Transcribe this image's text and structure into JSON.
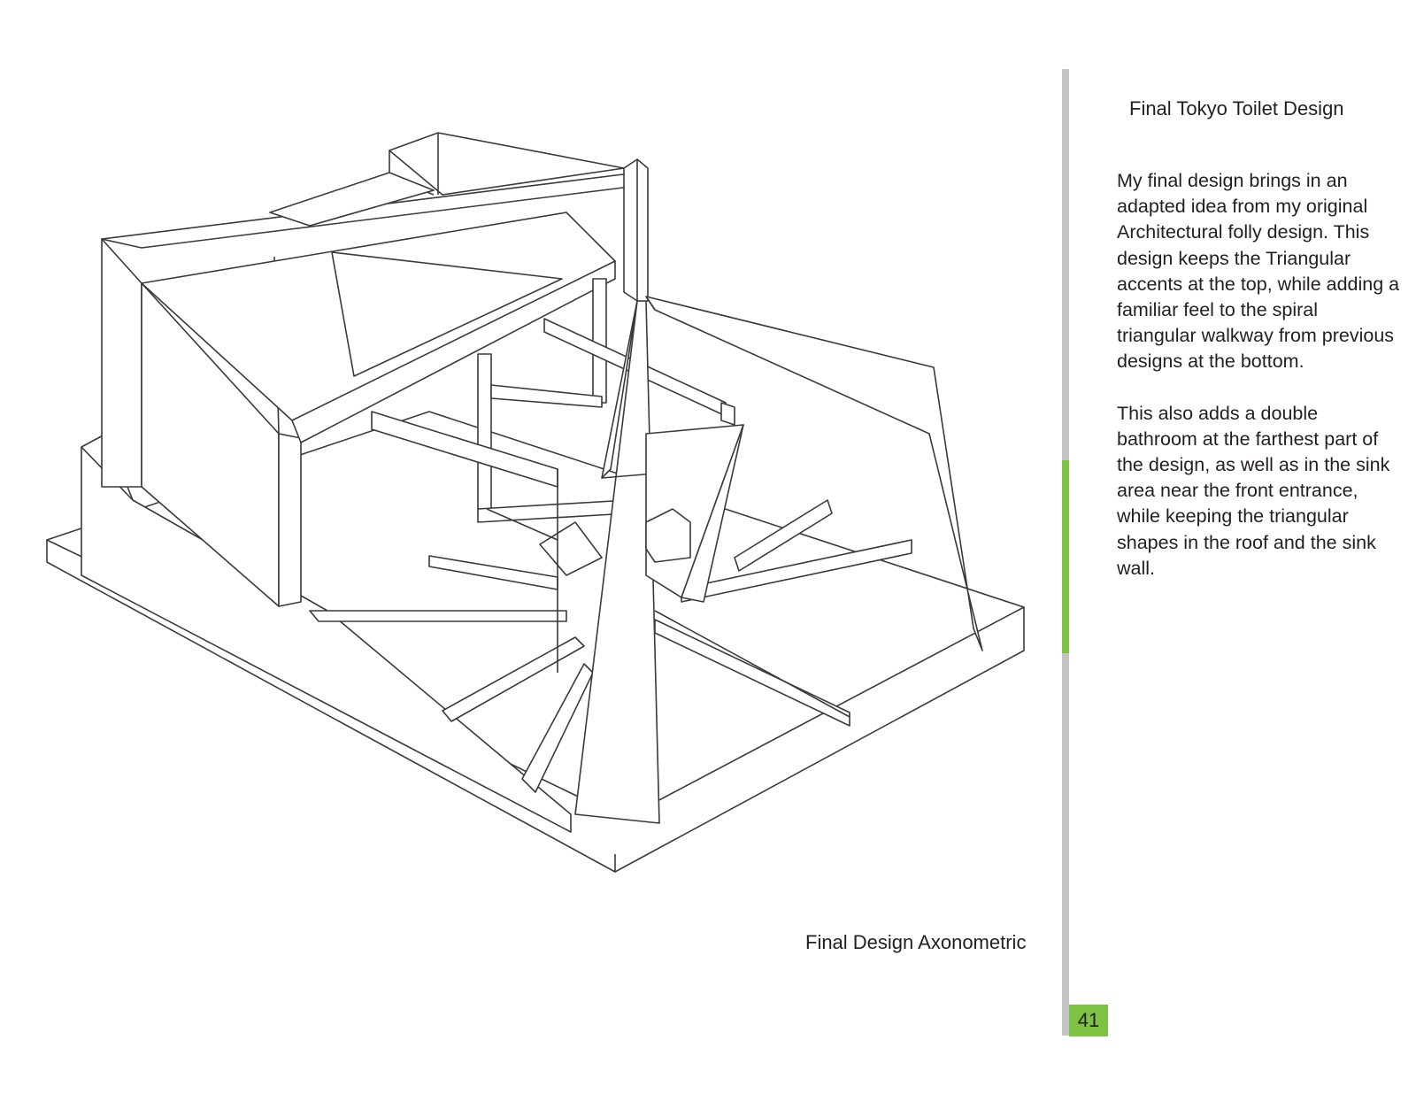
{
  "figure": {
    "caption": "Final Design Axonometric",
    "line_color": "#3a3a3a"
  },
  "sidebar": {
    "title": "Final Tokyo Toilet Design",
    "paragraphs": [
      "My final design brings in an adapted idea from my original Architectural folly design. This design keeps the Triangular accents at the top, while adding a familiar feel to the spiral triangular walkway from previous designs at the bottom.",
      "This also adds a double bathroom at the farthest part of the design, as well as in the sink area near the front entrance, while keeping the triangular shapes in the roof and the sink wall."
    ]
  },
  "page": {
    "number": "41",
    "accent_color": "#7dc242",
    "bar_color": "#c4c4c4"
  }
}
